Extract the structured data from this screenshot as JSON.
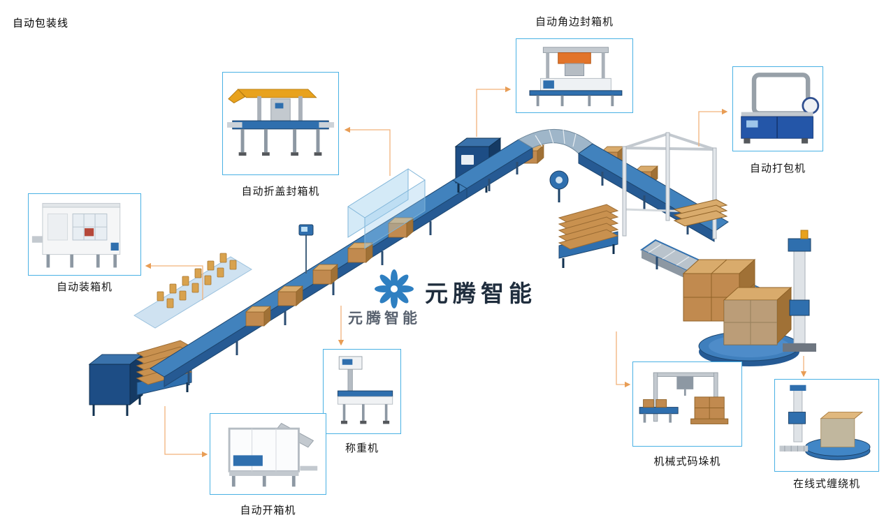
{
  "title": "自动包装线",
  "brand": {
    "logo_text": "元腾智能",
    "watermark_text": "元腾智能",
    "logo_icon": "fan-flower-logo",
    "logo_color": "#2e7fc1",
    "text_color": "#1f2d3d"
  },
  "colors": {
    "callout_border": "#49b1e4",
    "connector": "#f2b27b",
    "conveyor_blue": "#2f6fae",
    "carton_brown": "#c18a4f",
    "frame_gray": "#c3c9cf"
  },
  "callouts": [
    {
      "label": "自动折盖封箱机"
    },
    {
      "label": "自动角边封箱机"
    },
    {
      "label": "自动打包机"
    },
    {
      "label": "自动装箱机"
    },
    {
      "label": "称重机"
    },
    {
      "label": "自动开箱机"
    },
    {
      "label": "机械式码垛机"
    },
    {
      "label": "在线式缠绕机"
    }
  ]
}
